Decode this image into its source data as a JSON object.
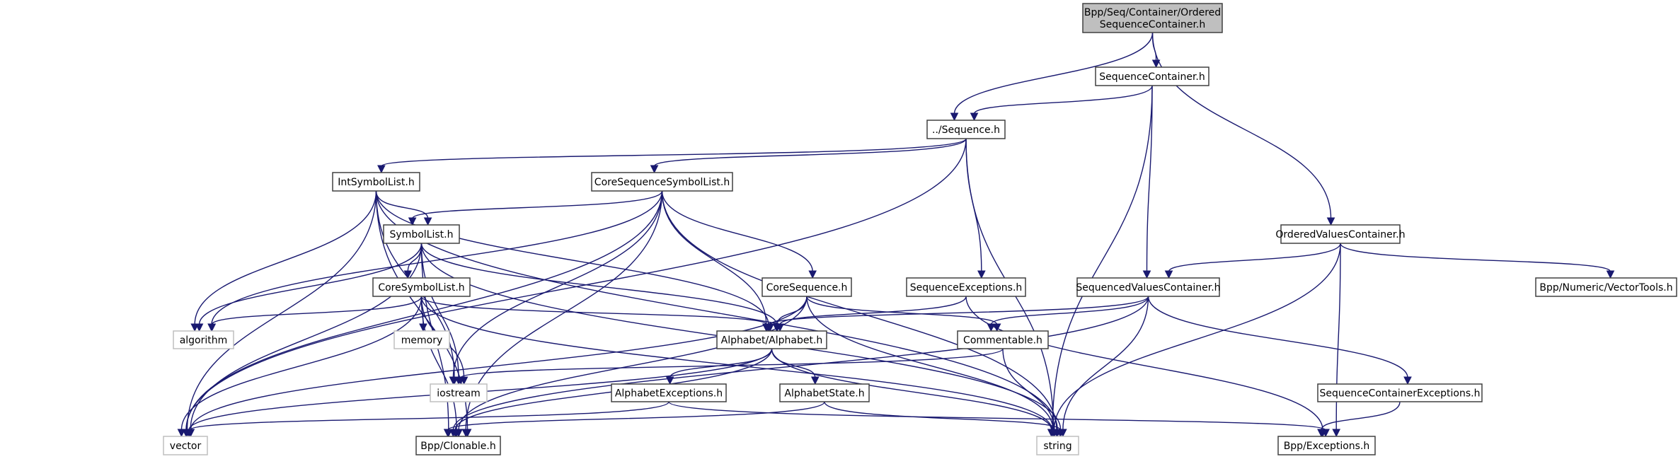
{
  "colors": {
    "edge": "#191970",
    "root_fill": "#bfbfbf",
    "node_fill": "#ffffff",
    "node_border": "#404040",
    "system_border": "#bfbfbf"
  },
  "nodes": [
    {
      "id": "root",
      "lines": [
        "Bpp/Seq/Container/Ordered",
        "SequenceContainer.h"
      ],
      "kind": "root"
    },
    {
      "id": "seqcont",
      "lines": [
        "SequenceContainer.h"
      ],
      "kind": "file"
    },
    {
      "id": "sequence",
      "lines": [
        "../Sequence.h"
      ],
      "kind": "file"
    },
    {
      "id": "intsym",
      "lines": [
        "IntSymbolList.h"
      ],
      "kind": "file"
    },
    {
      "id": "coreseqsym",
      "lines": [
        "CoreSequenceSymbolList.h"
      ],
      "kind": "file"
    },
    {
      "id": "symlist",
      "lines": [
        "SymbolList.h"
      ],
      "kind": "file"
    },
    {
      "id": "coresym",
      "lines": [
        "CoreSymbolList.h"
      ],
      "kind": "file"
    },
    {
      "id": "coreseq",
      "lines": [
        "CoreSequence.h"
      ],
      "kind": "file"
    },
    {
      "id": "seqexc",
      "lines": [
        "SequenceExceptions.h"
      ],
      "kind": "file"
    },
    {
      "id": "ovc",
      "lines": [
        "OrderedValuesContainer.h"
      ],
      "kind": "file"
    },
    {
      "id": "svc",
      "lines": [
        "SequencedValuesContainer.h"
      ],
      "kind": "file"
    },
    {
      "id": "vectortools",
      "lines": [
        "Bpp/Numeric/VectorTools.h"
      ],
      "kind": "file"
    },
    {
      "id": "algorithm",
      "lines": [
        "algorithm"
      ],
      "kind": "system"
    },
    {
      "id": "memory",
      "lines": [
        "memory"
      ],
      "kind": "system"
    },
    {
      "id": "alphabet",
      "lines": [
        "Alphabet/Alphabet.h"
      ],
      "kind": "file"
    },
    {
      "id": "commentable",
      "lines": [
        "Commentable.h"
      ],
      "kind": "file"
    },
    {
      "id": "iostream",
      "lines": [
        "iostream"
      ],
      "kind": "system"
    },
    {
      "id": "alphexc",
      "lines": [
        "AlphabetExceptions.h"
      ],
      "kind": "file"
    },
    {
      "id": "alphstate",
      "lines": [
        "AlphabetState.h"
      ],
      "kind": "file"
    },
    {
      "id": "sce",
      "lines": [
        "SequenceContainerExceptions.h"
      ],
      "kind": "file"
    },
    {
      "id": "vector",
      "lines": [
        "vector"
      ],
      "kind": "system"
    },
    {
      "id": "clonable",
      "lines": [
        "Bpp/Clonable.h"
      ],
      "kind": "file"
    },
    {
      "id": "string",
      "lines": [
        "string"
      ],
      "kind": "system"
    },
    {
      "id": "exceptions",
      "lines": [
        "Bpp/Exceptions.h"
      ],
      "kind": "file"
    }
  ],
  "edges": [
    [
      "root",
      "sequence"
    ],
    [
      "root",
      "seqcont"
    ],
    [
      "root",
      "ovc"
    ],
    [
      "seqcont",
      "sequence"
    ],
    [
      "seqcont",
      "svc"
    ],
    [
      "seqcont",
      "string"
    ],
    [
      "sequence",
      "intsym"
    ],
    [
      "sequence",
      "coreseqsym"
    ],
    [
      "sequence",
      "seqexc"
    ],
    [
      "sequence",
      "vector"
    ],
    [
      "sequence",
      "string"
    ],
    [
      "intsym",
      "symlist"
    ],
    [
      "intsym",
      "alphabet"
    ],
    [
      "intsym",
      "algorithm"
    ],
    [
      "intsym",
      "vector"
    ],
    [
      "intsym",
      "iostream"
    ],
    [
      "intsym",
      "clonable"
    ],
    [
      "intsym",
      "string"
    ],
    [
      "coreseqsym",
      "symlist"
    ],
    [
      "coreseqsym",
      "coreseq"
    ],
    [
      "coreseqsym",
      "alphabet"
    ],
    [
      "coreseqsym",
      "algorithm"
    ],
    [
      "coreseqsym",
      "vector"
    ],
    [
      "coreseqsym",
      "iostream"
    ],
    [
      "coreseqsym",
      "clonable"
    ],
    [
      "coreseqsym",
      "string"
    ],
    [
      "symlist",
      "coresym"
    ],
    [
      "symlist",
      "alphabet"
    ],
    [
      "symlist",
      "algorithm"
    ],
    [
      "symlist",
      "vector"
    ],
    [
      "symlist",
      "iostream"
    ],
    [
      "symlist",
      "clonable"
    ],
    [
      "symlist",
      "string"
    ],
    [
      "coresym",
      "alphabet"
    ],
    [
      "coresym",
      "algorithm"
    ],
    [
      "coresym",
      "memory"
    ],
    [
      "coresym",
      "vector"
    ],
    [
      "coresym",
      "iostream"
    ],
    [
      "coresym",
      "clonable"
    ],
    [
      "coresym",
      "string"
    ],
    [
      "coreseq",
      "alphabet"
    ],
    [
      "coreseq",
      "commentable"
    ],
    [
      "coreseq",
      "vector"
    ],
    [
      "coreseq",
      "clonable"
    ],
    [
      "coreseq",
      "string"
    ],
    [
      "seqexc",
      "alphabet"
    ],
    [
      "seqexc",
      "exceptions"
    ],
    [
      "ovc",
      "svc"
    ],
    [
      "ovc",
      "vectortools"
    ],
    [
      "ovc",
      "string"
    ],
    [
      "ovc",
      "exceptions"
    ],
    [
      "svc",
      "alphabet"
    ],
    [
      "svc",
      "commentable"
    ],
    [
      "svc",
      "sce"
    ],
    [
      "svc",
      "clonable"
    ],
    [
      "svc",
      "string"
    ],
    [
      "alphabet",
      "alphexc"
    ],
    [
      "alphabet",
      "alphstate"
    ],
    [
      "alphabet",
      "vector"
    ],
    [
      "alphabet",
      "clonable"
    ],
    [
      "alphabet",
      "string"
    ],
    [
      "commentable",
      "iostream"
    ],
    [
      "commentable",
      "string"
    ],
    [
      "alphexc",
      "vector"
    ],
    [
      "alphexc",
      "exceptions"
    ],
    [
      "alphstate",
      "clonable"
    ],
    [
      "alphstate",
      "string"
    ],
    [
      "sce",
      "exceptions"
    ]
  ]
}
